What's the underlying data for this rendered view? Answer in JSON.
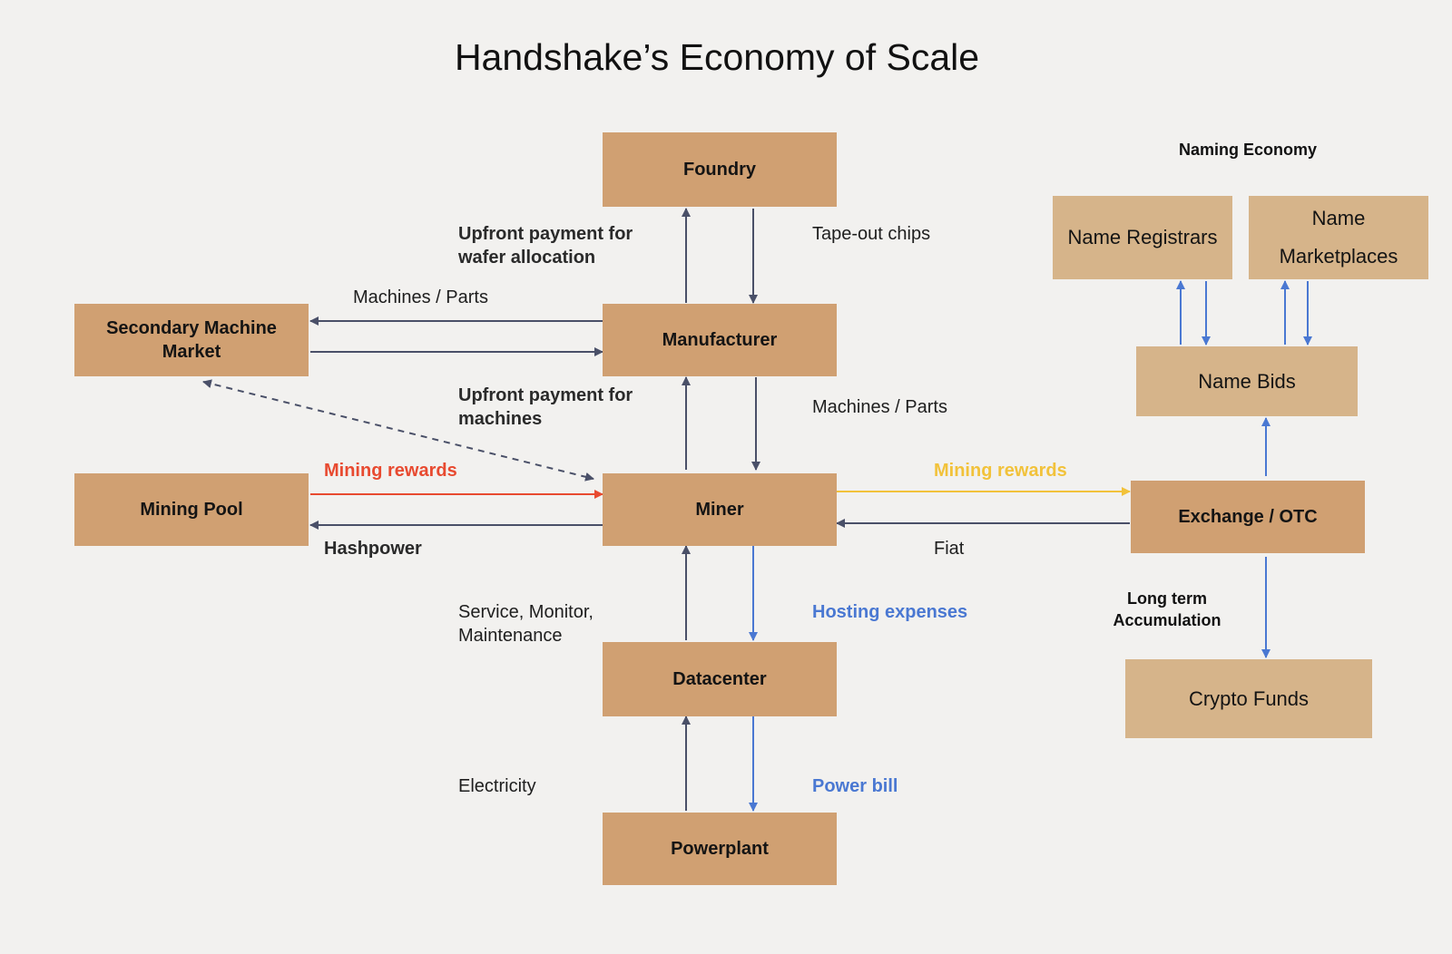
{
  "title": "Handshake’s Economy of Scale",
  "nodes": {
    "foundry": "Foundry",
    "manufacturer": "Manufacturer",
    "secondary_market": "Secondary Machine Market",
    "miner": "Miner",
    "mining_pool": "Mining Pool",
    "datacenter": "Datacenter",
    "powerplant": "Powerplant",
    "exchange": "Exchange / OTC",
    "name_registrars": "Name Registrars",
    "name_marketplaces": "Name Marketplaces",
    "name_bids": "Name Bids",
    "crypto_funds": "Crypto Funds"
  },
  "labels": {
    "upfront_wafer": "Upfront payment for wafer allocation",
    "tapeout": "Tape-out chips",
    "machines_parts_left": "Machines / Parts",
    "upfront_machines": "Upfront payment for machines",
    "machines_parts_right": "Machines / Parts",
    "mining_rewards_pool": "Mining rewards",
    "hashpower": "Hashpower",
    "mining_rewards_exchange": "Mining rewards",
    "fiat": "Fiat",
    "service": "Service, Monitor, Maintenance",
    "hosting": "Hosting expenses",
    "electricity": "Electricity",
    "power_bill": "Power bill",
    "naming_economy": "Naming Economy",
    "long_term": "Long term Accumulation"
  },
  "colors": {
    "box": "#d0a072",
    "box_light": "#d6b48a",
    "arrow_dark": "#4a5068",
    "arrow_red": "#e84a30",
    "arrow_gold": "#f2c23a",
    "arrow_blue": "#4a78d2"
  }
}
